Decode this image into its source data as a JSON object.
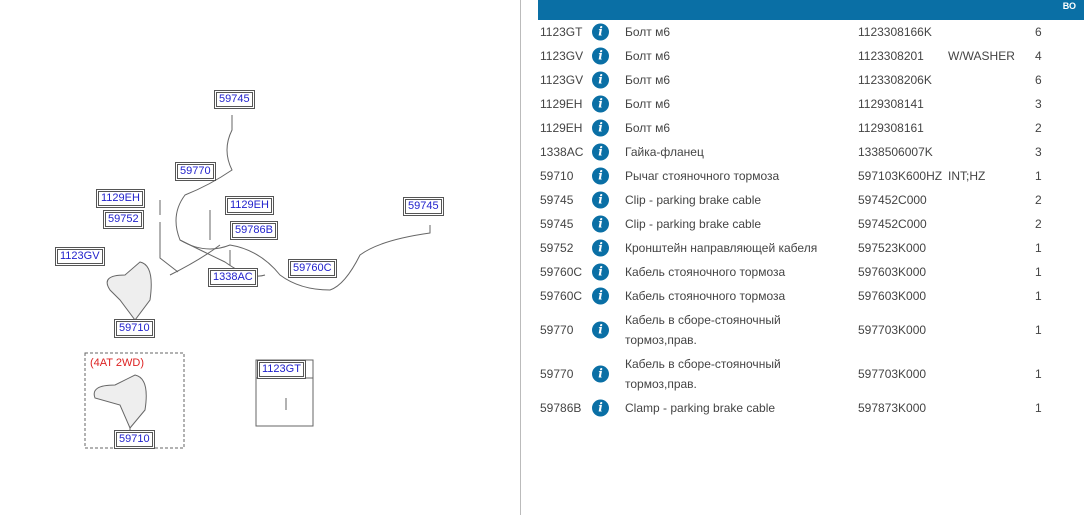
{
  "diagram": {
    "labels": [
      "59745",
      "59770",
      "1129EH",
      "1129EH",
      "59752",
      "59786B",
      "59745",
      "1123GV",
      "1338AC",
      "59760C",
      "59710",
      "59710",
      "1123GT"
    ],
    "variant_note": "(4AT 2WD)"
  },
  "table": {
    "header_qty": "ВО",
    "rows": [
      {
        "code": "1123GT",
        "name": "Болт м6",
        "part": "1123308166K",
        "note": "",
        "qty": "6"
      },
      {
        "code": "1123GV",
        "name": "Болт м6",
        "part": "1123308201",
        "note": "W/WASHER",
        "qty": "4"
      },
      {
        "code": "1123GV",
        "name": "Болт м6",
        "part": "1123308206K",
        "note": "",
        "qty": "6"
      },
      {
        "code": "1129EH",
        "name": "Болт м6",
        "part": "1129308141",
        "note": "",
        "qty": "3"
      },
      {
        "code": "1129EH",
        "name": "Болт м6",
        "part": "1129308161",
        "note": "",
        "qty": "2"
      },
      {
        "code": "1338AC",
        "name": "Гайка-фланец",
        "part": "1338506007K",
        "note": "",
        "qty": "3"
      },
      {
        "code": "59710",
        "name": "Рычаг стояночного тормоза",
        "part": "597103K600HZ",
        "note": "INT;HZ",
        "qty": "1"
      },
      {
        "code": "59745",
        "name": "Clip - parking brake cable",
        "part": "597452C000",
        "note": "",
        "qty": "2"
      },
      {
        "code": "59745",
        "name": "Clip - parking brake cable",
        "part": "597452C000",
        "note": "",
        "qty": "2"
      },
      {
        "code": "59752",
        "name": "Кронштейн направляющей кабеля",
        "part": "597523K000",
        "note": "",
        "qty": "1"
      },
      {
        "code": "59760C",
        "name": "Кабель стояночного тормоза",
        "part": "597603K000",
        "note": "",
        "qty": "1"
      },
      {
        "code": "59760C",
        "name": "Кабель стояночного тормоза",
        "part": "597603K000",
        "note": "",
        "qty": "1"
      },
      {
        "code": "59770",
        "name": "Кабель в сборе-стояночный тормоз,прав.",
        "part": "597703K000",
        "note": "",
        "qty": "1"
      },
      {
        "code": "59770",
        "name": "Кабель в сборе-стояночный тормоз,прав.",
        "part": "597703K000",
        "note": "",
        "qty": "1"
      },
      {
        "code": "59786B",
        "name": "Clamp - parking brake cable",
        "part": "597873K000",
        "note": "",
        "qty": "1"
      }
    ]
  },
  "info_icon": "i"
}
